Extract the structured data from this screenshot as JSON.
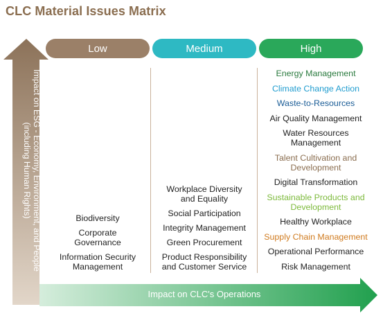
{
  "title": "CLC Material Issues Matrix",
  "levels": {
    "low": "Low",
    "medium": "Medium",
    "high": "High"
  },
  "y_axis_label": "Impact on ESG - Economy, Environment, and People\n(including Human Rights)",
  "x_axis_label": "Impact on CLC's Operations",
  "low_items": [
    {
      "text": "Biodiversity",
      "color": "#222222"
    },
    {
      "text": "Corporate\nGovernance",
      "color": "#222222"
    },
    {
      "text": "Information Security\nManagement",
      "color": "#222222"
    }
  ],
  "medium_items": [
    {
      "text": "Workplace Diversity\nand Equality",
      "color": "#222222"
    },
    {
      "text": "Social Participation",
      "color": "#222222"
    },
    {
      "text": "Integrity Management",
      "color": "#222222"
    },
    {
      "text": "Green Procurement",
      "color": "#222222"
    },
    {
      "text": "Product Responsibility\nand Customer Service",
      "color": "#222222"
    }
  ],
  "high_items": [
    {
      "text": "Energy Management",
      "color": "#2a7a3e"
    },
    {
      "text": "Climate Change Action",
      "color": "#1f9ccf"
    },
    {
      "text": "Waste-to-Resources",
      "color": "#1a5c96"
    },
    {
      "text": "Air Quality Management",
      "color": "#222222"
    },
    {
      "text": "Water Resources\nManagement",
      "color": "#222222"
    },
    {
      "text": "Talent Cultivation and\nDevelopment",
      "color": "#8a6d4f"
    },
    {
      "text": "Digital Transformation",
      "color": "#222222"
    },
    {
      "text": "Sustainable Products and\nDevelopment",
      "color": "#7dba3c"
    },
    {
      "text": "Healthy Workplace",
      "color": "#222222"
    },
    {
      "text": "Supply Chain Management",
      "color": "#d07b1f"
    },
    {
      "text": "Operational Performance",
      "color": "#222222"
    },
    {
      "text": "Risk Management",
      "color": "#222222"
    }
  ],
  "colors": {
    "title": "#8a6d4f",
    "low": "#9b8068",
    "medium": "#2eb9c3",
    "high": "#2aa85a",
    "divider": "#c9b19a"
  }
}
